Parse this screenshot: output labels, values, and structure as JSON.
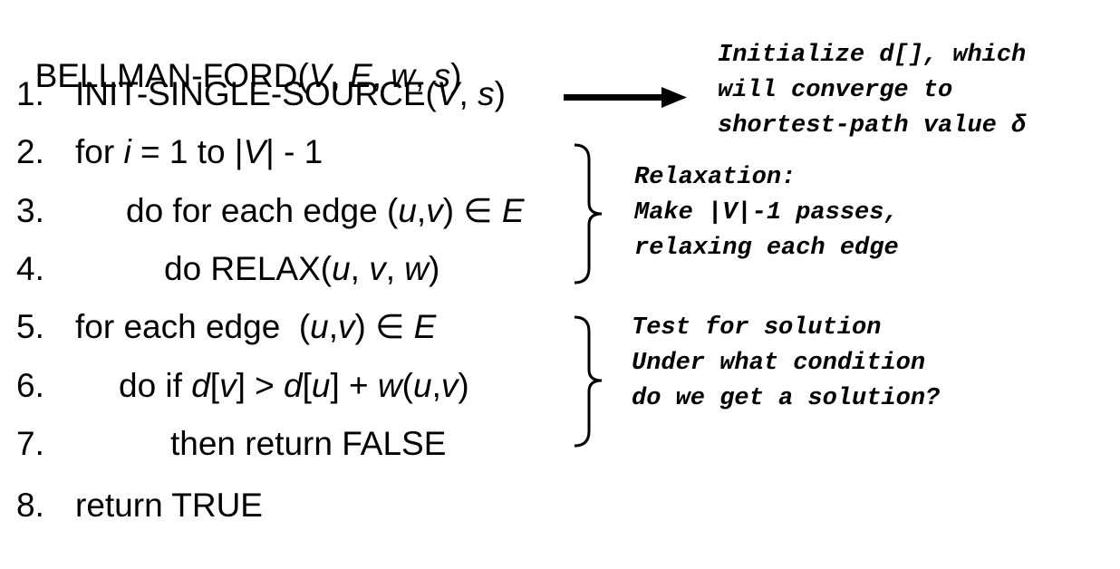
{
  "title": {
    "name": "BELLMAN-FORD",
    "args": [
      "V",
      "E",
      "w",
      "s"
    ]
  },
  "lines": [
    {
      "num": "1.",
      "text": "INIT-SINGLE-SOURCE(V, s)"
    },
    {
      "num": "2.",
      "text": "for i = 1 to |V| - 1"
    },
    {
      "num": "3.",
      "text": "do for each edge (u,v) ∈ E"
    },
    {
      "num": "4.",
      "text": "do RELAX(u, v, w)"
    },
    {
      "num": "5.",
      "text": "for each edge  (u,v) ∈ E"
    },
    {
      "num": "6.",
      "text": "do if d[v] > d[u] + w(u,v)"
    },
    {
      "num": "7.",
      "text": "then return FALSE"
    },
    {
      "num": "8.",
      "text": "return TRUE"
    }
  ],
  "annotations": {
    "init": [
      "Initialize d[], which",
      "will converge to",
      "shortest-path value δ"
    ],
    "relax": [
      "Relaxation:",
      "Make |V|-1 passes,",
      "relaxing each edge"
    ],
    "test": [
      "Test for solution",
      "Under what condition",
      "do we get a solution?"
    ]
  }
}
